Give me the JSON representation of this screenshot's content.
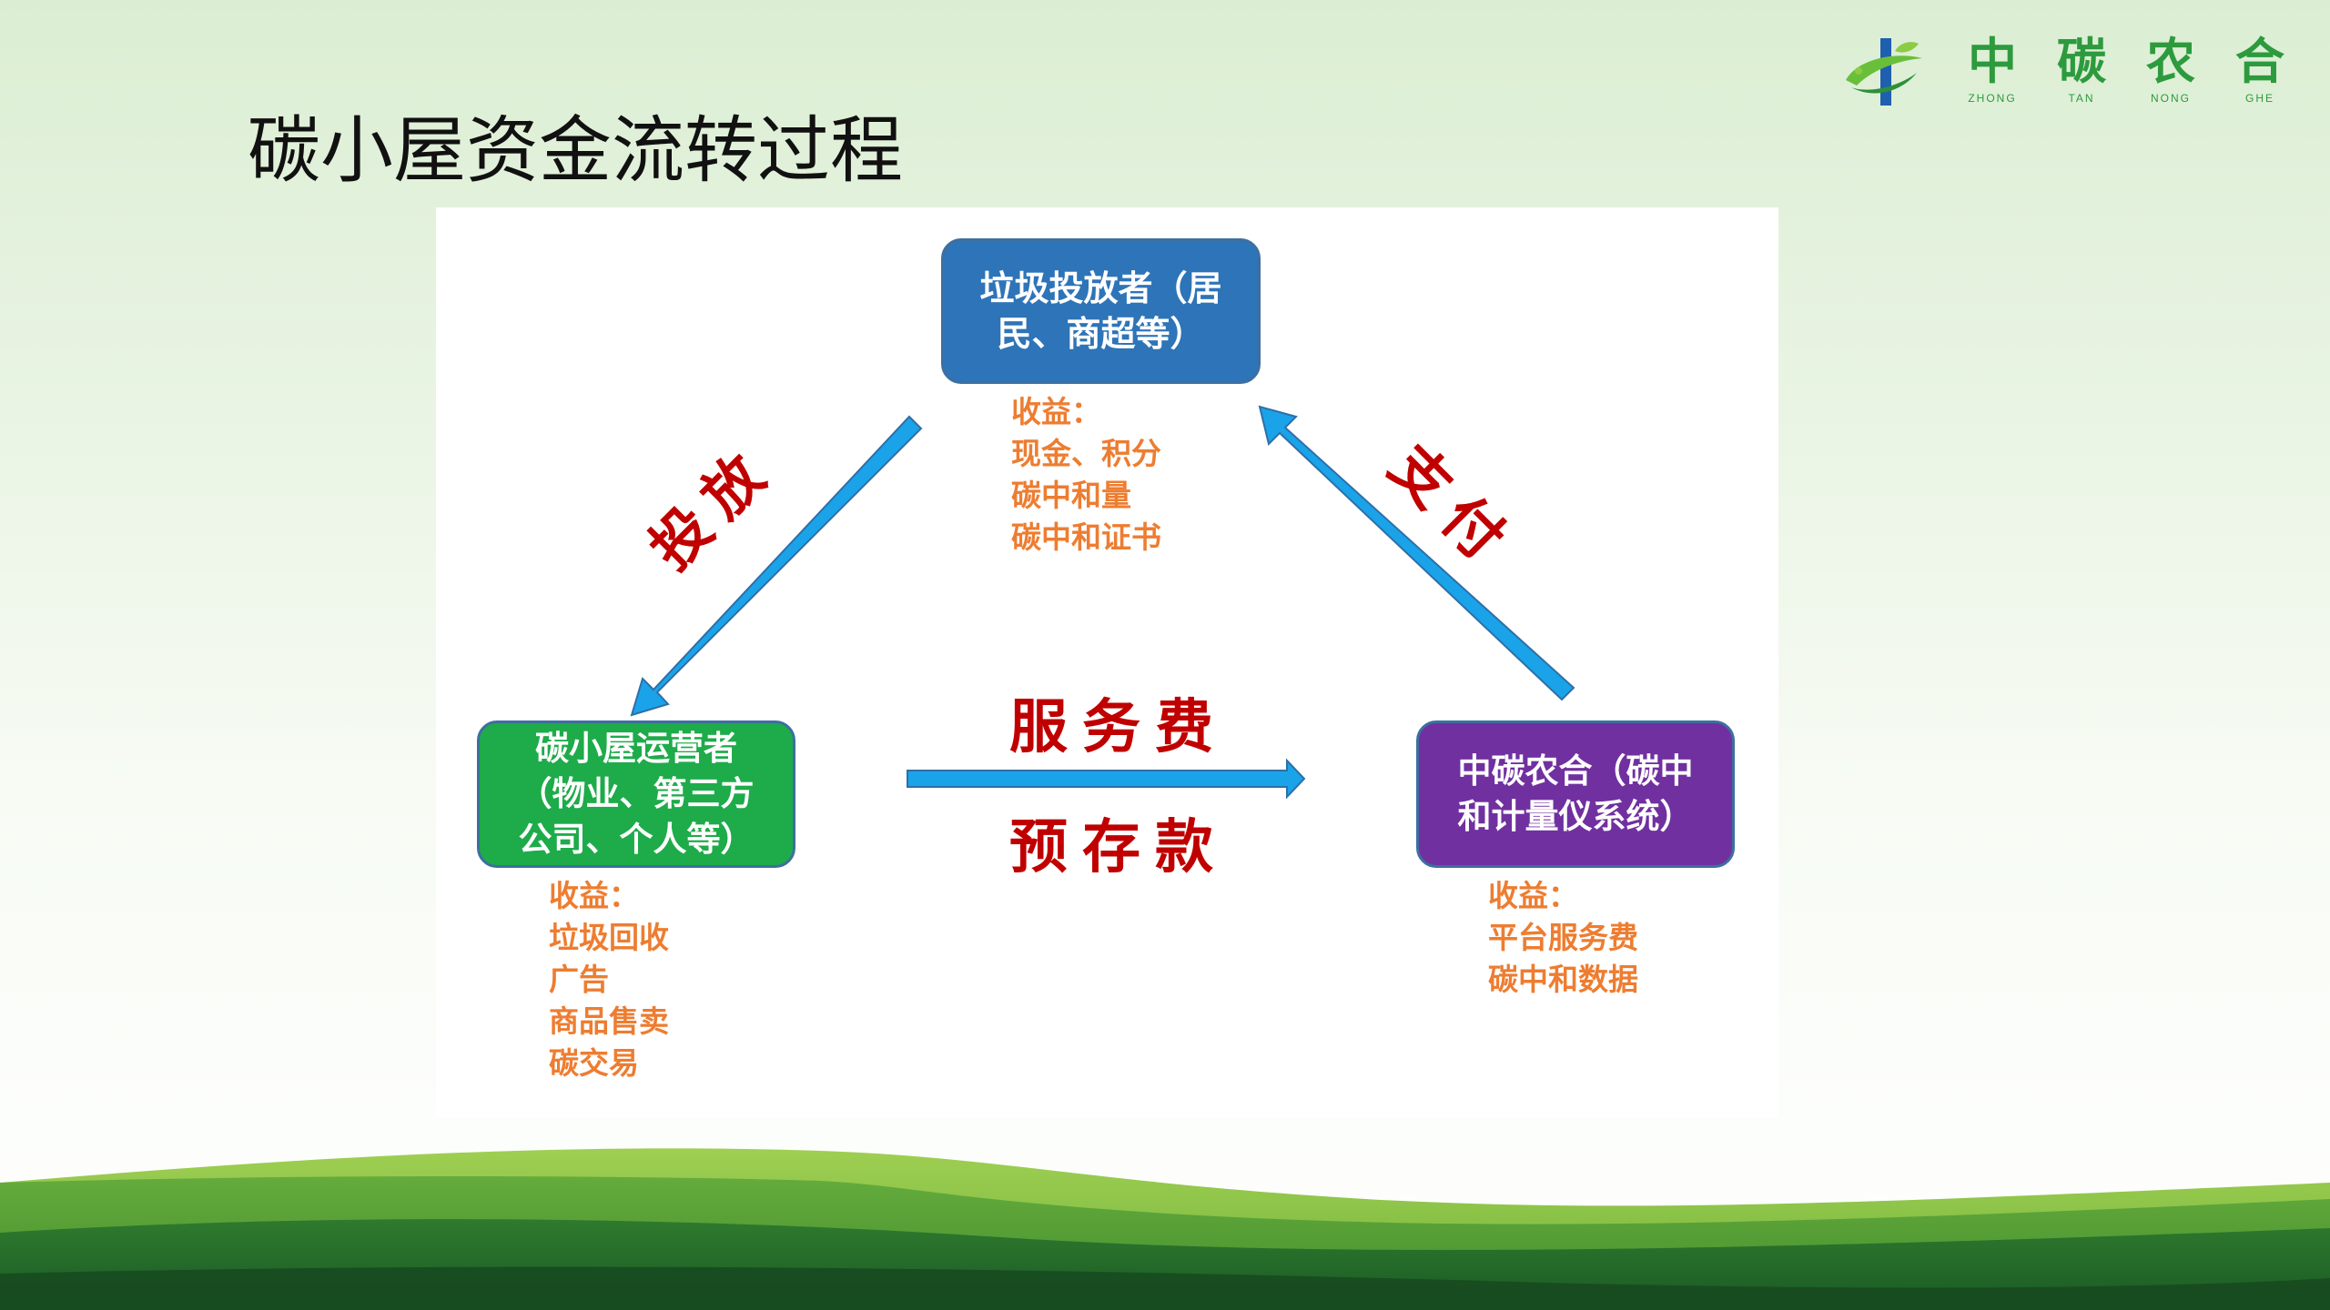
{
  "title": "碳小屋资金流转过程",
  "logo": {
    "chars": [
      {
        "cn": "中",
        "py": "ZHONG"
      },
      {
        "cn": "碳",
        "py": "TAN"
      },
      {
        "cn": "农",
        "py": "NONG"
      },
      {
        "cn": "合",
        "py": "GHE"
      }
    ]
  },
  "diagram": {
    "nodes": {
      "top": {
        "label": "垃圾投放者（居\n民、商超等）",
        "color": "#2e74b8"
      },
      "left": {
        "label": "碳小屋运营者\n（物业、第三方\n公司、个人等）",
        "color": "#1eab4a"
      },
      "right": {
        "label": "中碳农合（碳中\n和计量仪系统）",
        "color": "#7030a0"
      }
    },
    "benefits": {
      "top": [
        "收益：",
        "现金、积分",
        "碳中和量",
        "碳中和证书"
      ],
      "left": [
        "收益：",
        "垃圾回收",
        "广告",
        "商品售卖",
        "碳交易"
      ],
      "right": [
        "收益：",
        "平台服务费",
        "碳中和数据"
      ]
    },
    "flows": {
      "put": "投放",
      "pay": "支付",
      "fee": "服务费",
      "deposit": "预存款"
    },
    "colors": {
      "arrow": "#1aa3e8",
      "arrow_outline": "#2e6fa8",
      "flow_label": "#c00000",
      "benefit_text": "#ed7d31"
    }
  }
}
